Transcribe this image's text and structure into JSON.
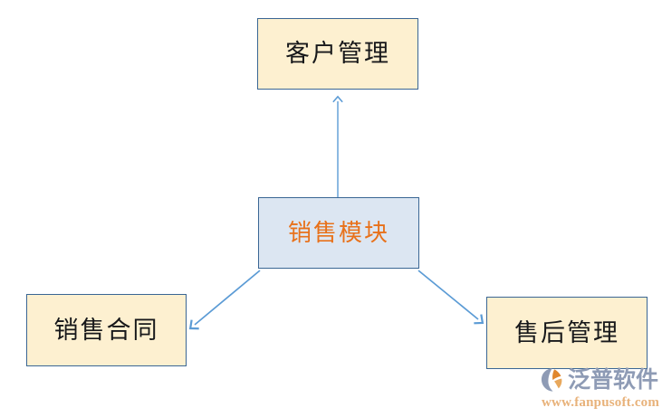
{
  "diagram": {
    "type": "flowchart",
    "title": "",
    "background_color": "#FFFFFF",
    "nodes": [
      {
        "id": "sales-module",
        "label": "销售模块",
        "role": "center-hub",
        "fill": "#DCE6F2",
        "border": "#3A6694",
        "text_color": "#E8711A"
      },
      {
        "id": "customer",
        "label": "客户管理",
        "role": "branch-top",
        "fill": "#FDF0D0",
        "border": "#3A6694",
        "text_color": "#17181A"
      },
      {
        "id": "contract",
        "label": "销售合同",
        "role": "branch-bottom-left",
        "fill": "#FDF0D0",
        "border": "#3A6694",
        "text_color": "#17181A"
      },
      {
        "id": "aftersales",
        "label": "售后管理",
        "role": "branch-bottom-right",
        "fill": "#FDF0D0",
        "border": "#3A6694",
        "text_color": "#17181A"
      }
    ],
    "edges": [
      {
        "from": "sales-module",
        "to": "customer",
        "direction": "up",
        "color": "#5B9BD5"
      },
      {
        "from": "sales-module",
        "to": "contract",
        "direction": "down-left",
        "color": "#5B9BD5"
      },
      {
        "from": "sales-module",
        "to": "aftersales",
        "direction": "down-right",
        "color": "#5B9BD5"
      }
    ]
  },
  "watermark": {
    "brand": "泛普软件",
    "url": "www.fanpusoft.com",
    "brand_color": "#8E9BB5",
    "url_color": "#E8B27A",
    "mark_color": "#E0872E"
  }
}
